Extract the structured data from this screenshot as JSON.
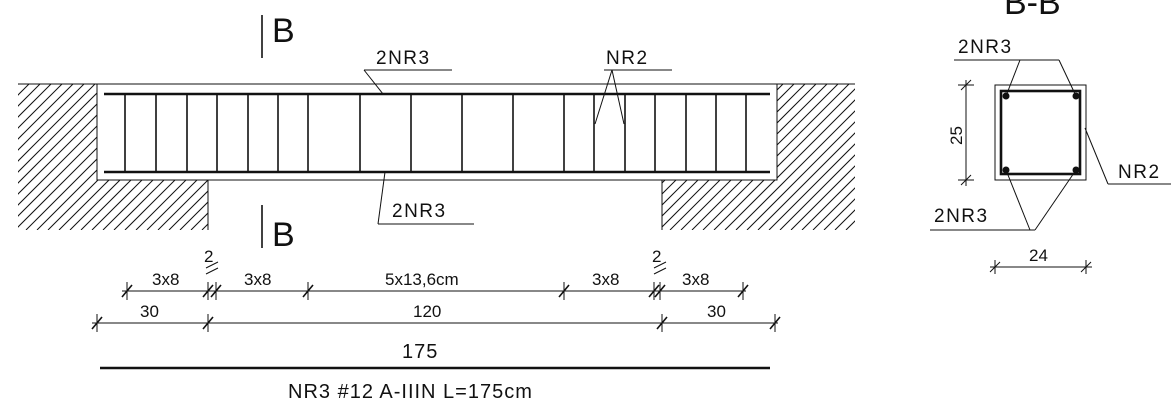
{
  "elevation": {
    "section_mark_top": "B",
    "section_mark_bottom": "B",
    "label_top_bars": "2NR3",
    "label_stirrups": "NR2",
    "label_bottom_bars": "2NR3"
  },
  "section": {
    "title": "B-B",
    "label_top": "2NR3",
    "label_bottom": "2NR3",
    "label_stirrup": "NR2",
    "height_dim": "25",
    "width_dim": "24"
  },
  "dimensions": {
    "row1": [
      "3x8",
      "2",
      "3x8",
      "5x13,6cm",
      "3x8",
      "2",
      "3x8"
    ],
    "row2": [
      "30",
      "120",
      "30"
    ],
    "total": "175"
  },
  "bar_schedule": {
    "label": "NR3  #12 A-IIIN L=175cm"
  }
}
